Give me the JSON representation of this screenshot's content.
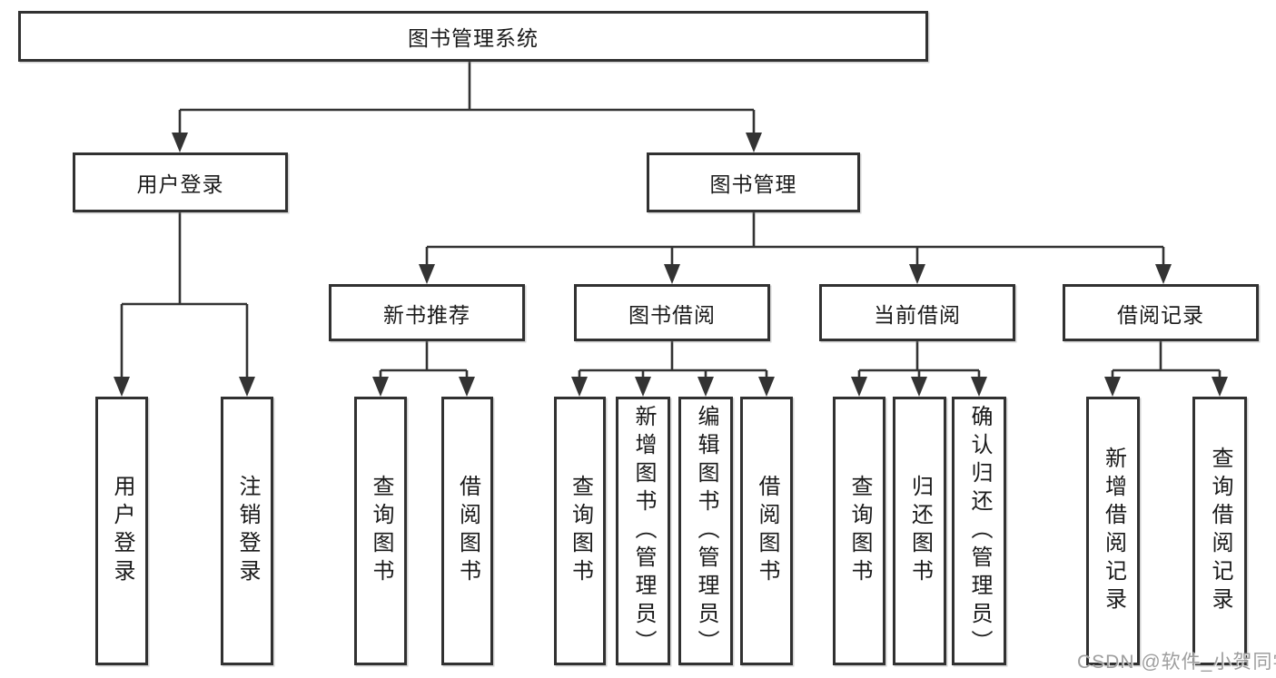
{
  "diagram": {
    "root": {
      "label": "图书管理系统"
    },
    "branches": [
      {
        "label": "用户登录",
        "children": [
          {
            "label": "用户登录"
          },
          {
            "label": "注销登录"
          }
        ]
      },
      {
        "label": "图书管理",
        "children": [
          {
            "label": "新书推荐",
            "children": [
              {
                "label": "查询图书"
              },
              {
                "label": "借阅图书"
              }
            ]
          },
          {
            "label": "图书借阅",
            "children": [
              {
                "label": "查询图书"
              },
              {
                "label": "新增图书（管理员）"
              },
              {
                "label": "编辑图书（管理员）"
              },
              {
                "label": "借阅图书"
              }
            ]
          },
          {
            "label": "当前借阅",
            "children": [
              {
                "label": "查询图书"
              },
              {
                "label": "归还图书"
              },
              {
                "label": "确认归还（管理员）"
              }
            ]
          },
          {
            "label": "借阅记录",
            "children": [
              {
                "label": "新增借阅记录"
              },
              {
                "label": "查询借阅记录"
              }
            ]
          }
        ]
      }
    ]
  },
  "watermark": {
    "text": "CSDN @软件_小贺同学"
  },
  "colors": {
    "line": "#333333",
    "box_border": "#313131",
    "text": "#1a1a1a",
    "watermark": "#9e9e9e",
    "background": "#ffffff"
  }
}
